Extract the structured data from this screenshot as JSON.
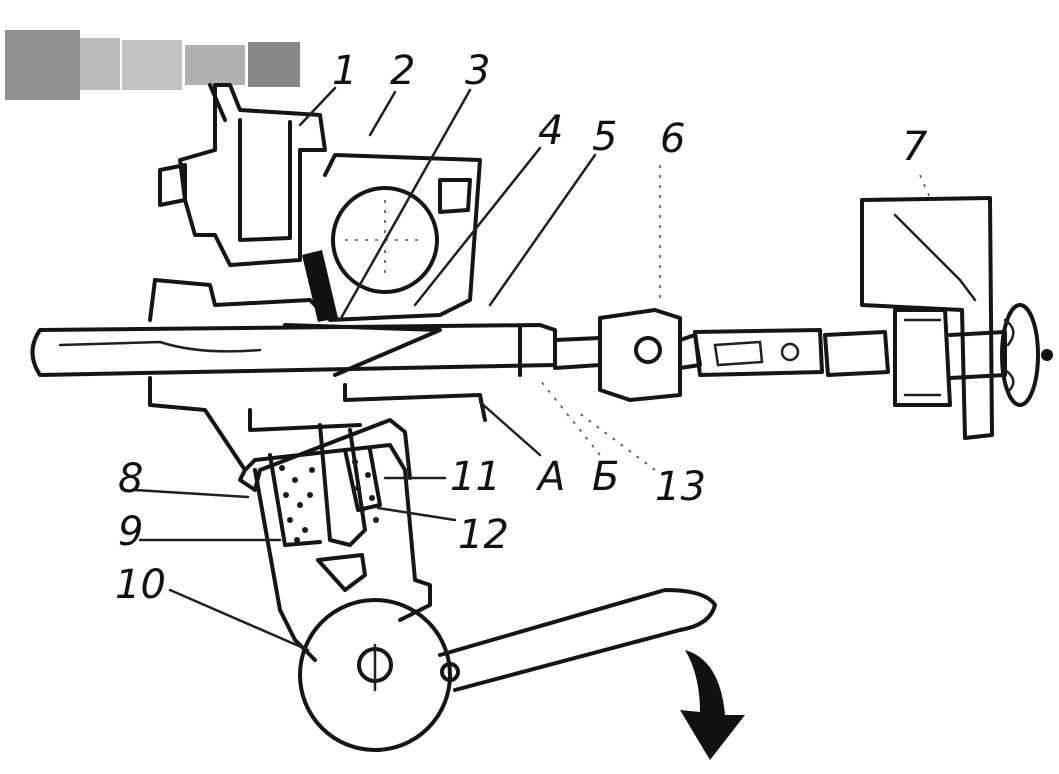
{
  "labels": {
    "l1": "1",
    "l2": "2",
    "l3": "3",
    "l4": "4",
    "l5": "5",
    "l6_top": "6",
    "l7": "7",
    "l8": "8",
    "l9": "9",
    "l10": "10",
    "l11": "11",
    "l12": "12",
    "l13": "13",
    "lA": "A",
    "lB": "Б"
  },
  "colors": {
    "ink": "#151515",
    "background": "#ffffff",
    "arrow": "#111111"
  }
}
